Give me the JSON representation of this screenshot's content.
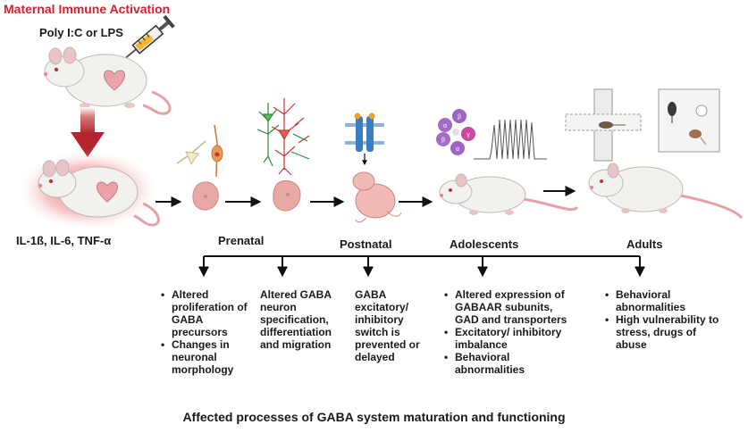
{
  "title": "Maternal Immune Activation",
  "inducer": "Poly I:C or LPS",
  "cytokines": "IL-1ß, IL-6, TNF-α",
  "stages": {
    "prenatal": "Prenatal",
    "postnatal": "Postnatal",
    "adolescents": "Adolescents",
    "adults": "Adults"
  },
  "receptor_subunits": [
    "α",
    "β",
    "α",
    "β",
    "γ"
  ],
  "outcomes": {
    "prenatal_a": [
      "Altered proliferation of GABA precursors",
      "Changes in neuronal morphology"
    ],
    "prenatal_b": "Altered GABA neuron specification, differentiation and migration",
    "postnatal": "GABA excitatory/ inhibitory switch is prevented or delayed",
    "adolescents": [
      "Altered expression of GABAAR subunits, GAD and transporters",
      "Excitatory/ inhibitory imbalance",
      "Behavioral abnormalities"
    ],
    "adults": [
      "Behavioral abnormalities",
      "High vulnerability to stress, drugs of abuse"
    ]
  },
  "footer": "Affected processes of GABA system maturation and functioning",
  "colors": {
    "title_red": "#d4232f",
    "arrow_red": "#b3262f",
    "embryo_pink": "#e8a9a5",
    "mouse_body": "#f2f1ee",
    "mouse_pink": "#e9a3a9"
  }
}
